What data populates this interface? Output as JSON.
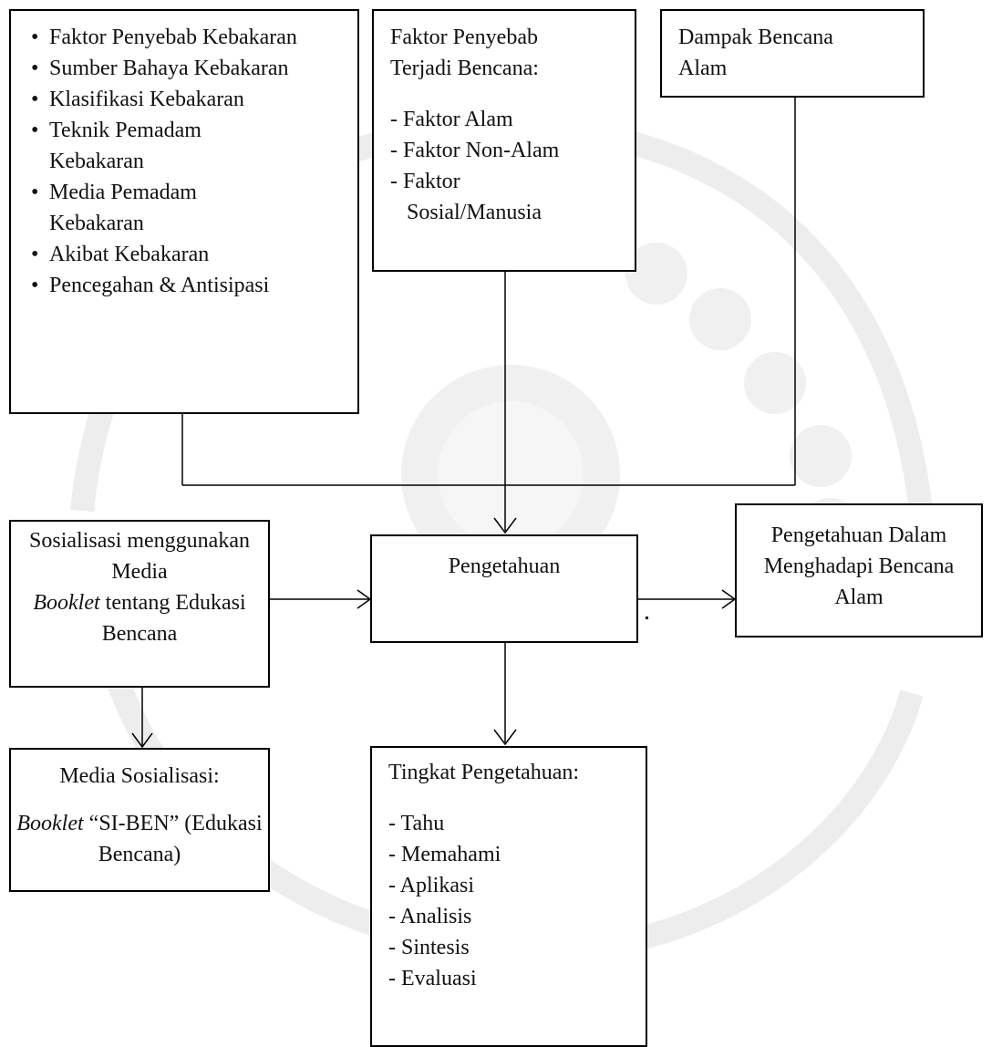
{
  "box_faktor_kebakaran": {
    "items": [
      "Faktor Penyebab Kebakaran",
      "Sumber Bahaya Kebakaran",
      "Klasifikasi Kebakaran",
      "Teknik Pemadam Kebakaran",
      "Media Pemadam Kebakaran",
      "Akibat Kebakaran",
      "Pencegahan & Antisipasi"
    ],
    "bullet": "•"
  },
  "box_faktor_bencana": {
    "title": "Faktor Penyebab Terjadi Bencana:",
    "items": [
      "- Faktor Alam",
      "- Faktor Non-Alam",
      "- Faktor Sosial/Manusia"
    ]
  },
  "box_dampak": {
    "title": "Dampak Bencana Alam"
  },
  "box_sosialisasi": {
    "line1": "Sosialisasi menggunakan Media",
    "italic": "Booklet",
    "line2": " tentang Edukasi Bencana"
  },
  "box_pengetahuan": {
    "title": "Pengetahuan"
  },
  "box_pengetahuan_bencana": {
    "title": "Pengetahuan Dalam Menghadapi Bencana Alam"
  },
  "box_media": {
    "title": "Media Sosialisasi:",
    "italic": "Booklet",
    "rest": " “SI-BEN” (Edukasi Bencana)"
  },
  "box_tingkat": {
    "title": "Tingkat Pengetahuan:",
    "items": [
      "- Tahu",
      "- Memahami",
      "- Aplikasi",
      "- Analisis",
      "- Sintesis",
      "- Evaluasi"
    ]
  }
}
